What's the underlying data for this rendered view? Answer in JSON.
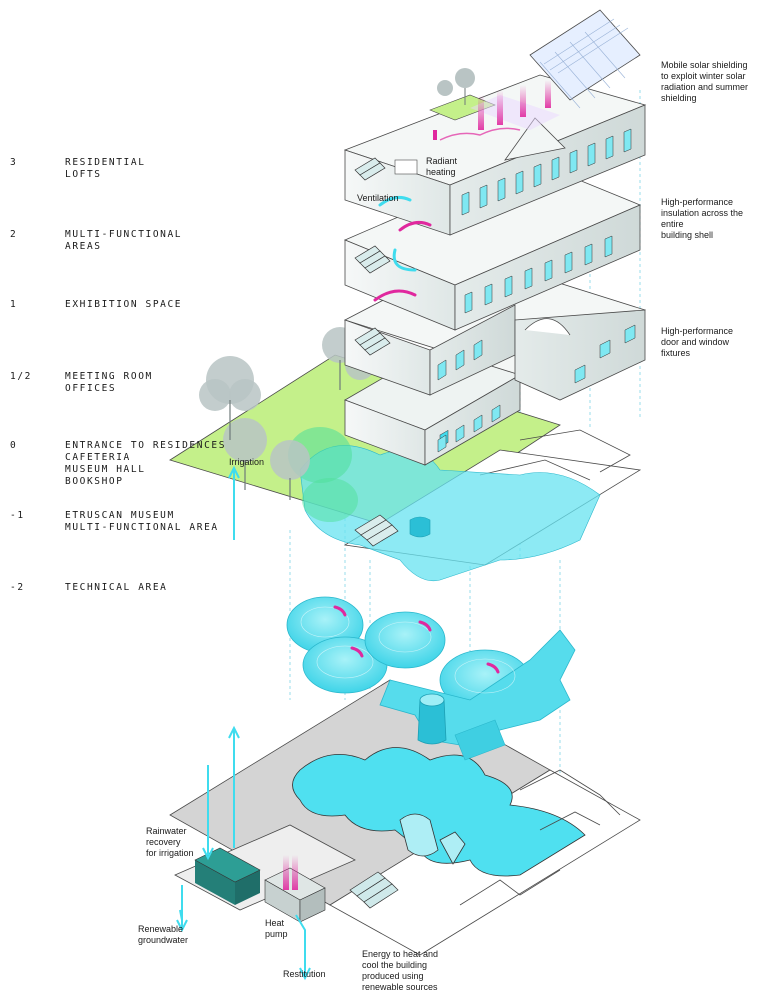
{
  "levels": [
    {
      "number": "3",
      "label": "RESIDENTIAL\nLOFTS"
    },
    {
      "number": "2",
      "label": "MULTI-FUNCTIONAL\nAREAS"
    },
    {
      "number": "1",
      "label": "EXHIBITION SPACE"
    },
    {
      "number": "1/2",
      "label": "MEETING ROOM\nOFFICES"
    },
    {
      "number": "0",
      "label": "ENTRANCE TO RESIDENCES\nCAFETERIA\nMUSEUM HALL\nBOOKSHOP"
    },
    {
      "number": "-1",
      "label": "ETRUSCAN MUSEUM\nMULTI-FUNCTIONAL AREA"
    },
    {
      "number": "-2",
      "label": "TECHNICAL AREA"
    }
  ],
  "annotations": {
    "solar_shielding": "Mobile solar shielding\nto exploit winter solar\nradiation and summer\nshielding",
    "insulation": "High-performance\ninsulation across the entire\nbuilding shell",
    "fixtures": "High-performance\ndoor and window\nfixtures",
    "radiant_heating": "Radiant\nheating",
    "ventilation": "Ventilation",
    "irrigation": "Irrigation",
    "rainwater": "Rainwater\nrecovery\nfor irrigation",
    "groundwater": "Renewable\ngroundwater",
    "heat_pump": "Heat\npump",
    "restitution": "Restitution",
    "energy": "Energy to heat and\ncool the building\nproduced using\nrenewable sources"
  },
  "colors": {
    "cyan": "#3fdcee",
    "cyan_dark": "#1fb8cf",
    "magenta": "#e0289e",
    "lawn": "#c4f08a",
    "wall": "#eef3f2",
    "slab_grey": "#cfcfcf",
    "line": "#4a4a4a"
  }
}
